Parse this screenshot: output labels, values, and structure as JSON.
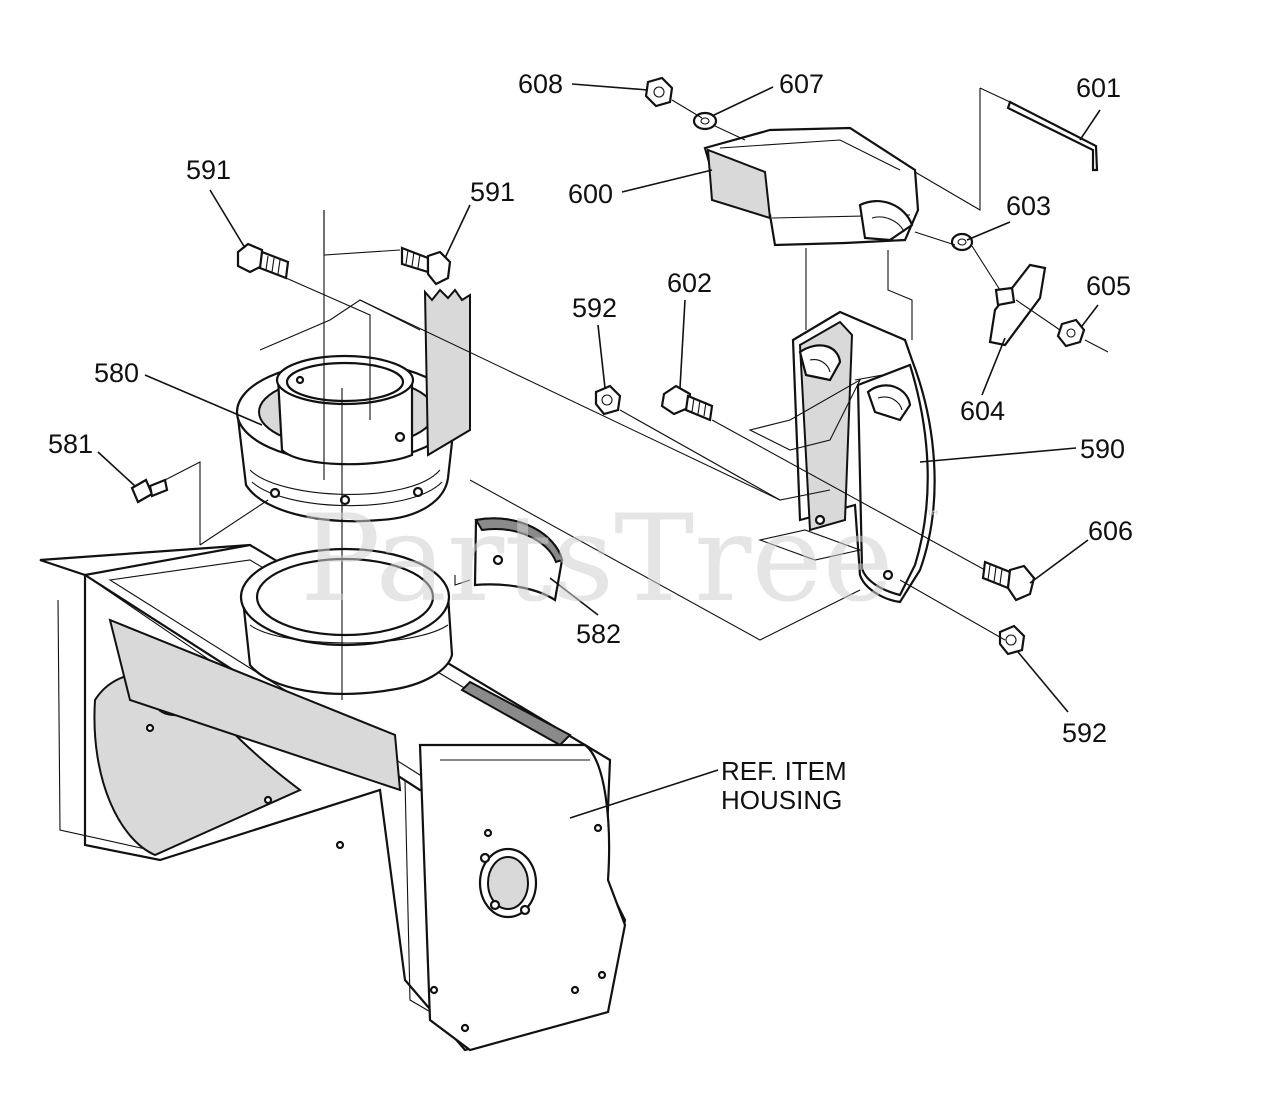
{
  "diagram": {
    "callouts": {
      "c608": "608",
      "c607": "607",
      "c601": "601",
      "c591a": "591",
      "c591b": "591",
      "c600": "600",
      "c603": "603",
      "c592a": "592",
      "c602": "602",
      "c605": "605",
      "c580": "580",
      "c604": "604",
      "c590": "590",
      "c581": "581",
      "c606": "606",
      "c582": "582",
      "c592b": "592"
    },
    "ref_line1": "REF. ITEM",
    "ref_line2": "HOUSING",
    "watermark": "PartsTree",
    "trademark": "™"
  }
}
